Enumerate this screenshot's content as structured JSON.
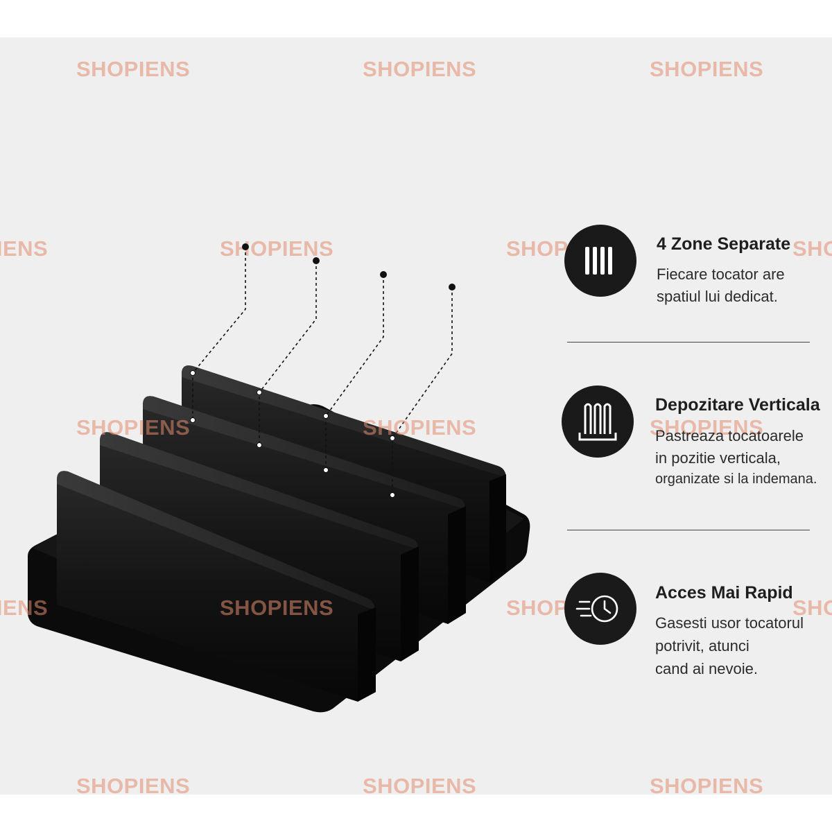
{
  "watermark": "SHOPIENS",
  "features": [
    {
      "icon": "four-bars-icon",
      "title": "4 Zone Separate",
      "lines": [
        "Fiecare tocator are",
        "spatiul lui dedicat."
      ]
    },
    {
      "icon": "vertical-boards-icon",
      "title": "Depozitare Verticala",
      "lines": [
        "Pastreaza tocatoarele",
        "in pozitie verticala,",
        "organizate si la indemana."
      ]
    },
    {
      "icon": "fast-clock-icon",
      "title": "Acces Mai Rapid",
      "lines": [
        "Gasesti usor tocatorul",
        "potrivit, atunci",
        "cand ai nevoie."
      ]
    }
  ],
  "colors": {
    "background": "#efefef",
    "icon_circle": "#1a1a1a",
    "watermark": "#e28c6e",
    "product": "#0d0d0d"
  }
}
